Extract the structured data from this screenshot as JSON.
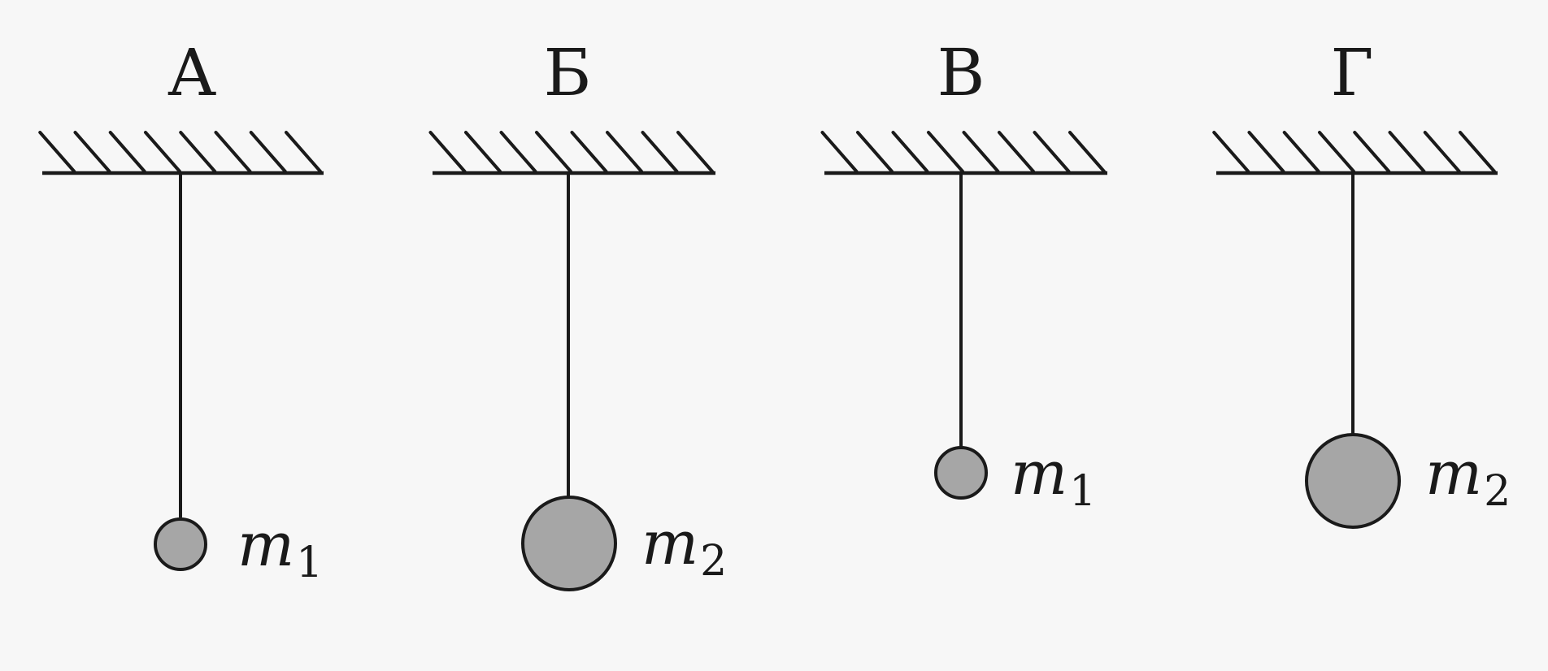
{
  "panels": [
    {
      "label": "А",
      "mass_symbol": "m",
      "mass_index": "1",
      "bob_size": "small",
      "thread_length": "long"
    },
    {
      "label": "Б",
      "mass_symbol": "m",
      "mass_index": "2",
      "bob_size": "large",
      "thread_length": "long"
    },
    {
      "label": "В",
      "mass_symbol": "m",
      "mass_index": "1",
      "bob_size": "small",
      "thread_length": "short"
    },
    {
      "label": "Г",
      "mass_symbol": "m",
      "mass_index": "2",
      "bob_size": "large",
      "thread_length": "short"
    }
  ],
  "colors": {
    "line": "#1a1a1a",
    "bob_fill": "#a6a6a6",
    "background": "#f7f7f7"
  }
}
